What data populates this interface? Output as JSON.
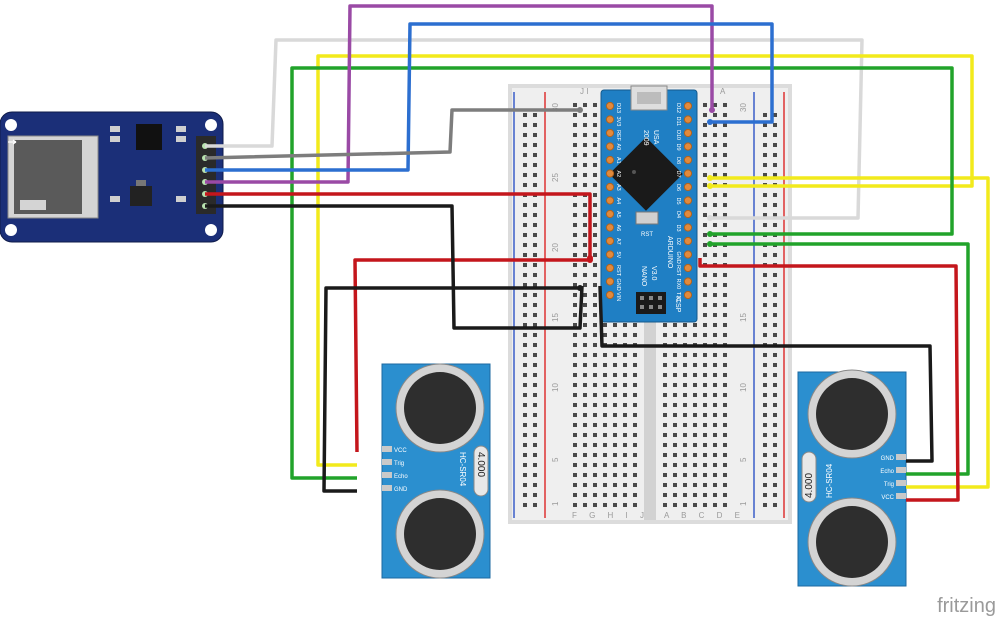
{
  "app": {
    "watermark": "fritzing"
  },
  "colors": {
    "black": "#1a1a1a",
    "red": "#c4161c",
    "green": "#21a32a",
    "yellow": "#f2ea1c",
    "blue": "#2c6fd0",
    "purple": "#9a4aa5",
    "white": "#e8e8e8",
    "gray": "#7d7d7d",
    "sensor": "#2b8fcf",
    "sd": "#1b2f78",
    "nano": "#1f7fc4"
  },
  "breadboard": {
    "row_numbers": [
      "30",
      "25",
      "20",
      "15",
      "10",
      "5",
      "1"
    ],
    "col_letters_top_left": "J I",
    "col_letters_top_right": "A",
    "col_letters_bottom_left": "F G H I J",
    "col_letters_bottom_right": "A B C D E"
  },
  "arduino": {
    "name_line1": "ARDUINO",
    "name_line2": "NANO",
    "version": "V3.0",
    "year": "2009",
    "country": "USA",
    "rst_label": "RST",
    "icsp_label": "ICSP",
    "left_pins": [
      "D13",
      "3V3",
      "REF",
      "A0",
      "A1",
      "A2",
      "A3",
      "A4",
      "A5",
      "A6",
      "A7",
      "5V",
      "RST",
      "GND",
      "VIN"
    ],
    "right_pins": [
      "D12",
      "D11",
      "D10",
      "D9",
      "D8",
      "D7",
      "D6",
      "D5",
      "D4",
      "D3",
      "D2",
      "GND",
      "RST",
      "RX0",
      "TX1"
    ]
  },
  "sensor_left": {
    "model": "HC-SR04",
    "frequency": "4.000",
    "pins": [
      "VCC",
      "Trig",
      "Echo",
      "GND"
    ]
  },
  "sensor_right": {
    "model": "HC-SR04",
    "frequency": "4.000",
    "pins": [
      "GND",
      "Echo",
      "Trig",
      "VCC"
    ]
  }
}
